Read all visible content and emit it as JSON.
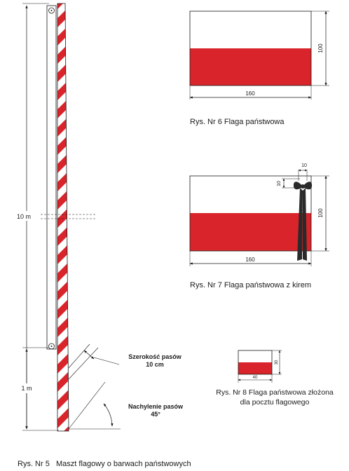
{
  "mast": {
    "height_label": "10 m",
    "lower_label": "1 m",
    "stripe_width_title": "Szerokość pasów",
    "stripe_width_value": "10 cm",
    "tilt_title": "Nachylenie pasów",
    "tilt_value": "45°",
    "caption": "Rys. Nr 5   Maszt flagowy o barwach państwowych"
  },
  "flag6": {
    "width_label": "160",
    "height_label": "100",
    "caption": "Rys. Nr 6 Flaga państwowa"
  },
  "flag7": {
    "width_label": "160",
    "height_label": "100",
    "ribbon_width_label": "10",
    "ribbon_height_label": "10",
    "caption": "Rys. Nr 7  Flaga państwowa z kirem"
  },
  "flag8": {
    "width_label": "40",
    "height_label": "30",
    "caption_line1": "Rys. Nr 8  Flaga państwowa złożona",
    "caption_line2": "dla pocztu flagowego"
  },
  "colors": {
    "white": "#ffffff",
    "red": "#d8242a",
    "black": "#1a1a1a",
    "mourning": "#2a2a2a"
  }
}
